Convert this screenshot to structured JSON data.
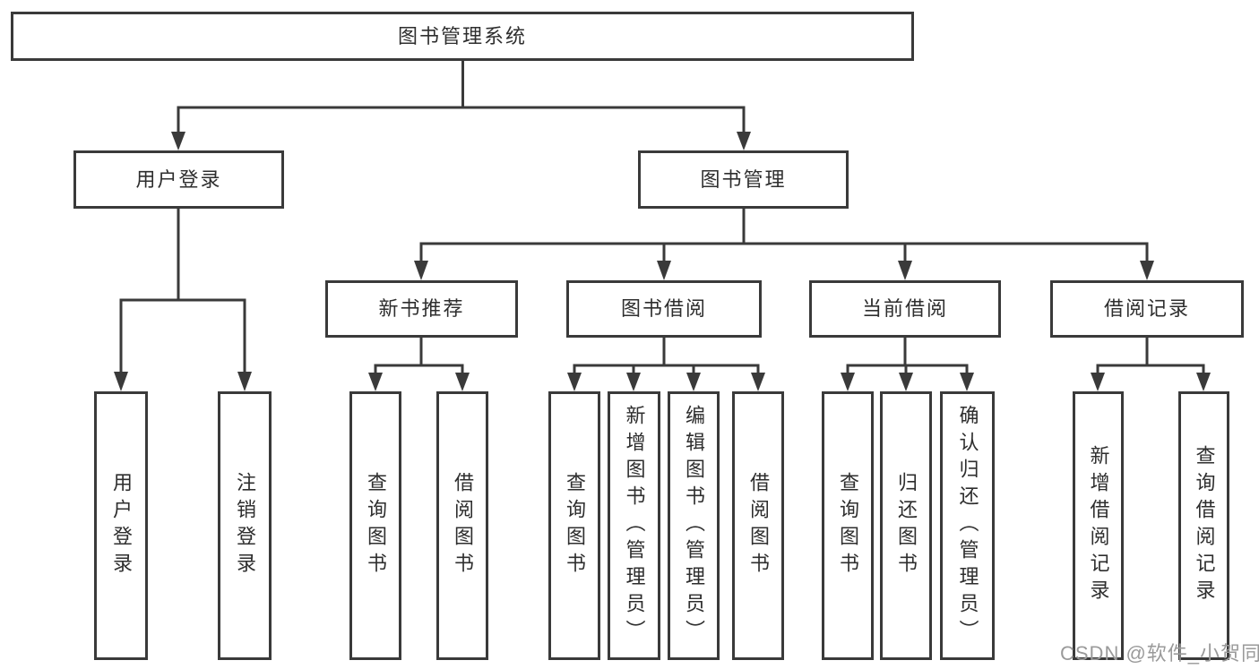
{
  "diagram": {
    "root": "图书管理系统",
    "branches": [
      {
        "label": "用户登录",
        "children": [
          {
            "label": "用户登录"
          },
          {
            "label": "注销登录"
          }
        ]
      },
      {
        "label": "图书管理",
        "children": [
          {
            "label": "新书推荐",
            "children": [
              {
                "label": "查询图书"
              },
              {
                "label": "借阅图书"
              }
            ]
          },
          {
            "label": "图书借阅",
            "children": [
              {
                "label": "查询图书"
              },
              {
                "label": "新增图书（管理员）"
              },
              {
                "label": "编辑图书（管理员）"
              },
              {
                "label": "借阅图书"
              }
            ]
          },
          {
            "label": "当前借阅",
            "children": [
              {
                "label": "查询图书"
              },
              {
                "label": "归还图书"
              },
              {
                "label": "确认归还（管理员）"
              }
            ]
          },
          {
            "label": "借阅记录",
            "children": [
              {
                "label": "新增借阅记录"
              },
              {
                "label": "查询借阅记录"
              }
            ]
          }
        ]
      }
    ]
  },
  "watermark": {
    "text": "CSDN @软件_小贺同学"
  },
  "colors": {
    "line": "#3a3a3a",
    "box_border": "#3a3a3a",
    "text": "#2e2e2e",
    "watermark": "#9a9a9a",
    "background": "#ffffff"
  }
}
